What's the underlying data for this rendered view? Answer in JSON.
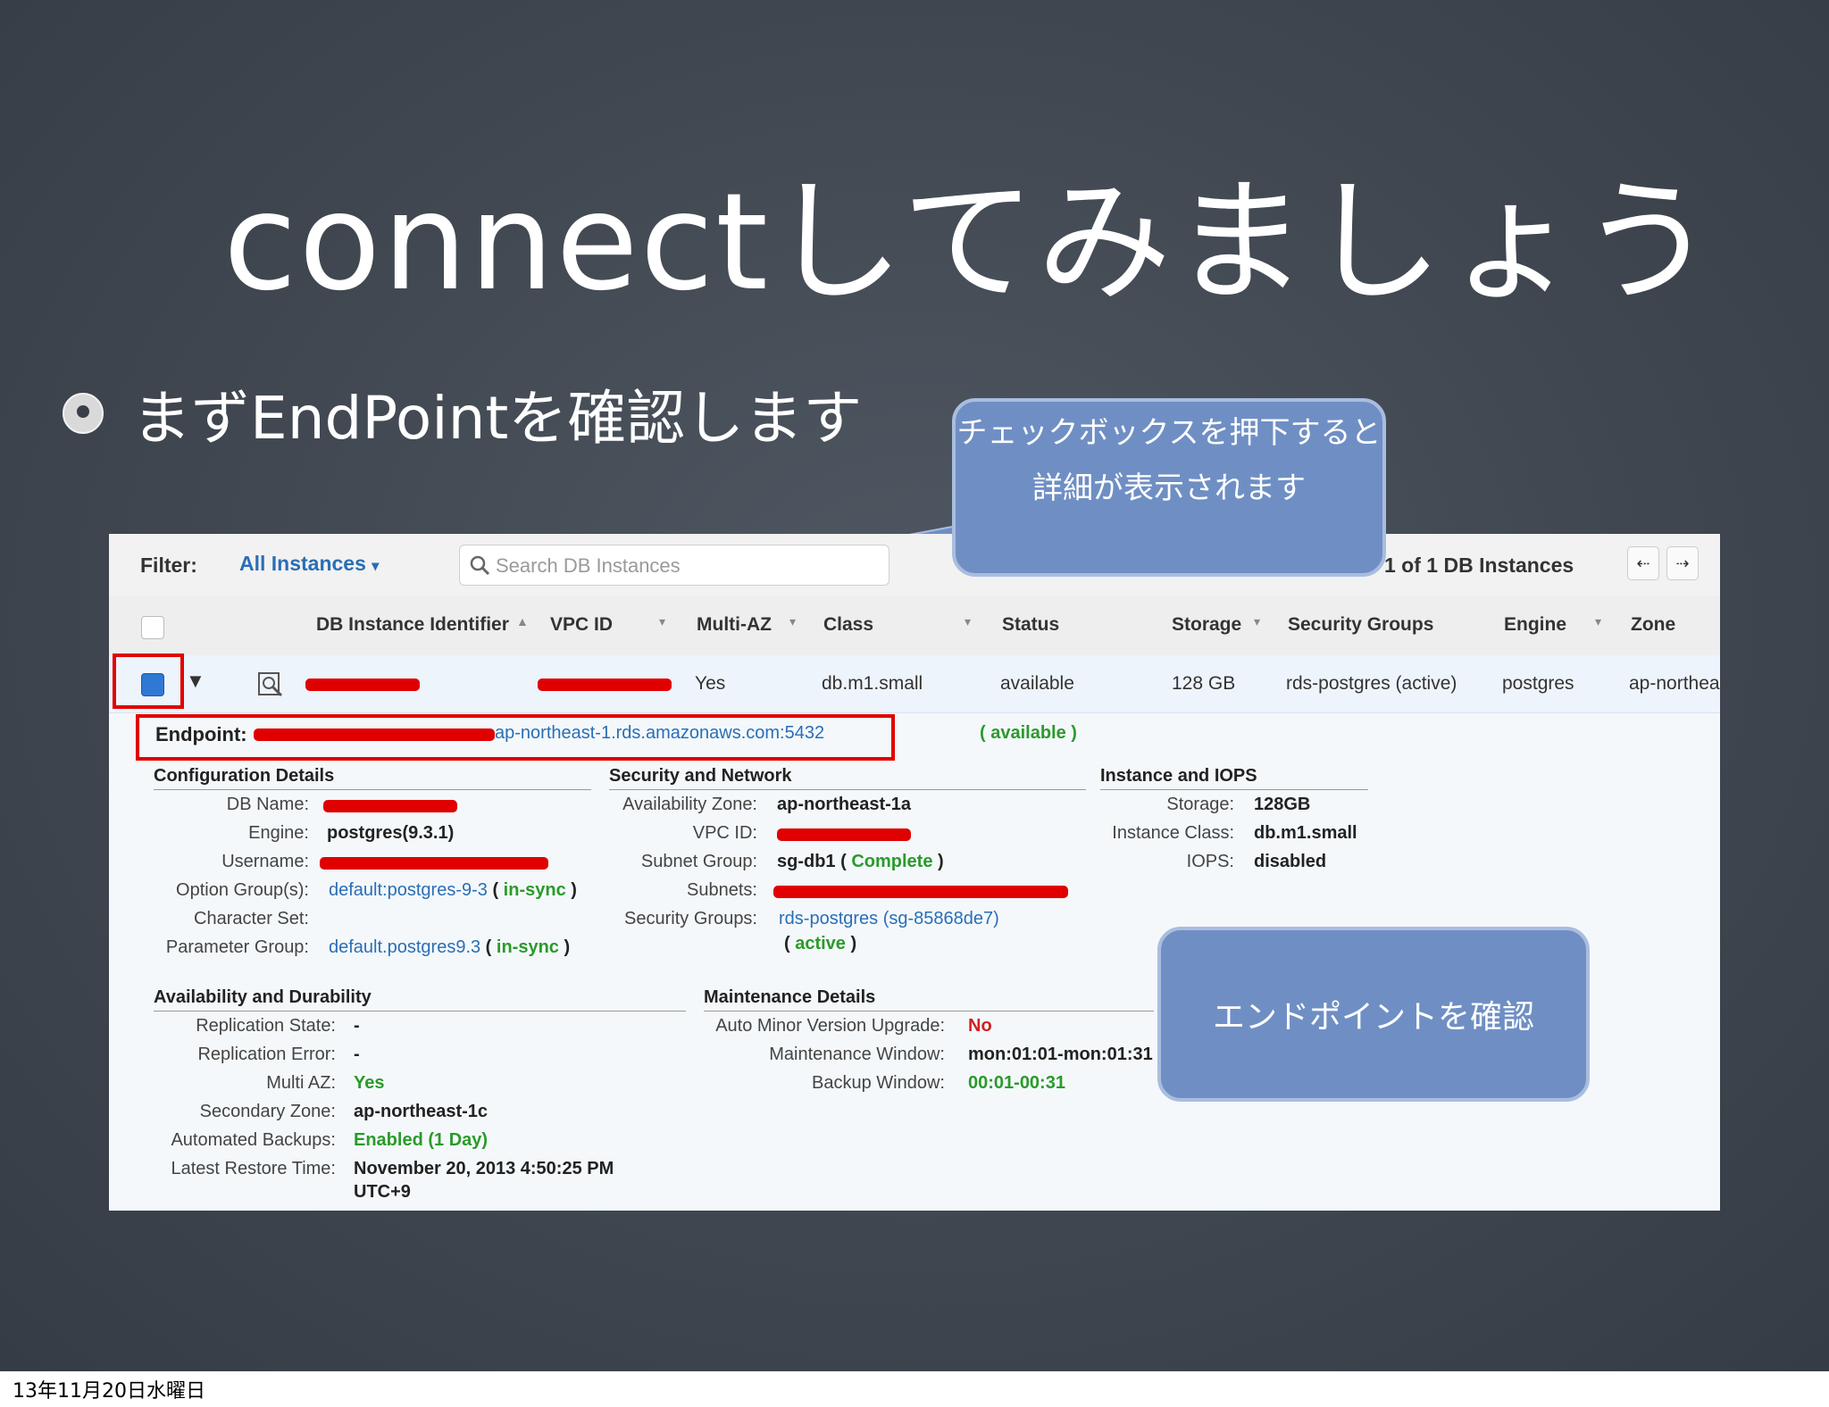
{
  "slide": {
    "title": "connectしてみましょう",
    "bullet": "まずEndPointを確認します",
    "callout_checkbox": "チェックボックスを押下すると詳細が表示されます",
    "callout_endpoint": "エンドポイントを確認",
    "footer": "13年11月20日水曜日"
  },
  "toolbar": {
    "filter_label": "Filter:",
    "filter_value": "All Instances",
    "search_placeholder": "Search DB Instances",
    "count": "1 of 1 DB Instances",
    "prev": "⇠",
    "next": "⇢"
  },
  "columns": {
    "db_instance": "DB Instance Identifier",
    "vpc_id": "VPC ID",
    "multi_az": "Multi-AZ",
    "class": "Class",
    "status": "Status",
    "storage": "Storage",
    "security_groups": "Security Groups",
    "engine": "Engine",
    "zone": "Zone"
  },
  "row": {
    "multi_az": "Yes",
    "class": "db.m1.small",
    "status": "available",
    "storage": "128 GB",
    "security_groups": "rds-postgres (active)",
    "engine": "postgres",
    "zone": "ap-northea"
  },
  "endpoint": {
    "label": "Endpoint:",
    "value": "ap-northeast-1.rds.amazonaws.com:5432",
    "status": "( available )"
  },
  "config": {
    "title": "Configuration Details",
    "db_name_label": "DB Name:",
    "engine_label": "Engine:",
    "engine_value": "postgres(9.3.1)",
    "username_label": "Username:",
    "option_group_label": "Option Group(s):",
    "option_group_value": "default:postgres-9-3",
    "option_group_sync": "in-sync",
    "charset_label": "Character Set:",
    "param_group_label": "Parameter Group:",
    "param_group_value": "default.postgres9.3",
    "param_group_sync": "in-sync"
  },
  "security": {
    "title": "Security and Network",
    "az_label": "Availability Zone:",
    "az_value": "ap-northeast-1a",
    "vpc_label": "VPC ID:",
    "subnet_group_label": "Subnet Group:",
    "subnet_group_value": "sg-db1",
    "subnet_group_status": "Complete",
    "subnets_label": "Subnets:",
    "sec_groups_label": "Security Groups:",
    "sec_groups_value": "rds-postgres (sg-85868de7)",
    "sec_groups_status": "active"
  },
  "iops": {
    "title": "Instance and IOPS",
    "storage_label": "Storage:",
    "storage_value": "128GB",
    "class_label": "Instance Class:",
    "class_value": "db.m1.small",
    "iops_label": "IOPS:",
    "iops_value": "disabled"
  },
  "availability": {
    "title": "Availability and Durability",
    "repl_state_label": "Replication State:",
    "repl_state_value": "-",
    "repl_error_label": "Replication Error:",
    "repl_error_value": "-",
    "multi_az_label": "Multi AZ:",
    "multi_az_value": "Yes",
    "secondary_zone_label": "Secondary Zone:",
    "secondary_zone_value": "ap-northeast-1c",
    "backups_label": "Automated Backups:",
    "backups_value": "Enabled (1 Day)",
    "restore_label": "Latest Restore Time:",
    "restore_value": "November 20, 2013 4:50:25 PM",
    "restore_tz": "UTC+9"
  },
  "maintenance": {
    "title": "Maintenance Details",
    "upgrade_label": "Auto Minor Version Upgrade:",
    "upgrade_value": "No",
    "window_label": "Maintenance Window:",
    "window_value": "mon:01:01-mon:01:31",
    "backup_label": "Backup Window:",
    "backup_value": "00:01-00:31"
  }
}
